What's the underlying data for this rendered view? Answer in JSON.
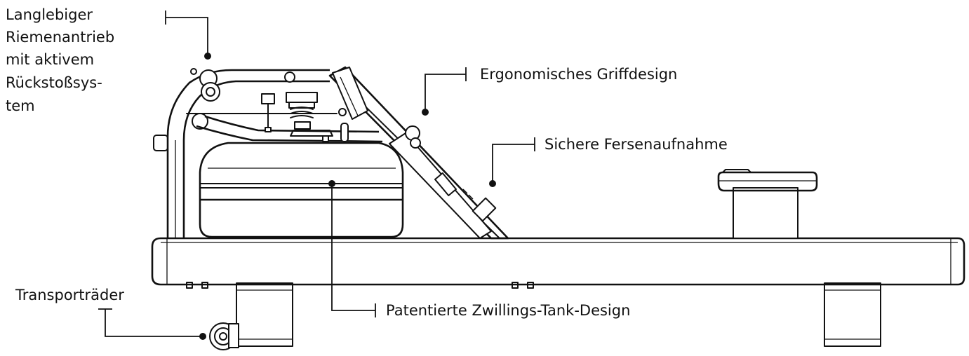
{
  "callouts": {
    "belt_drive": [
      "Langlebiger",
      "Riemenantrieb",
      "mit aktivem",
      "Rückstoßsys-",
      "tem"
    ],
    "handle": "Ergonomisches Griffdesign",
    "heel": "Sichere Fersenaufnahme",
    "tank": "Patentierte Zwillings-Tank-Design",
    "wheels": "Transporträder"
  }
}
